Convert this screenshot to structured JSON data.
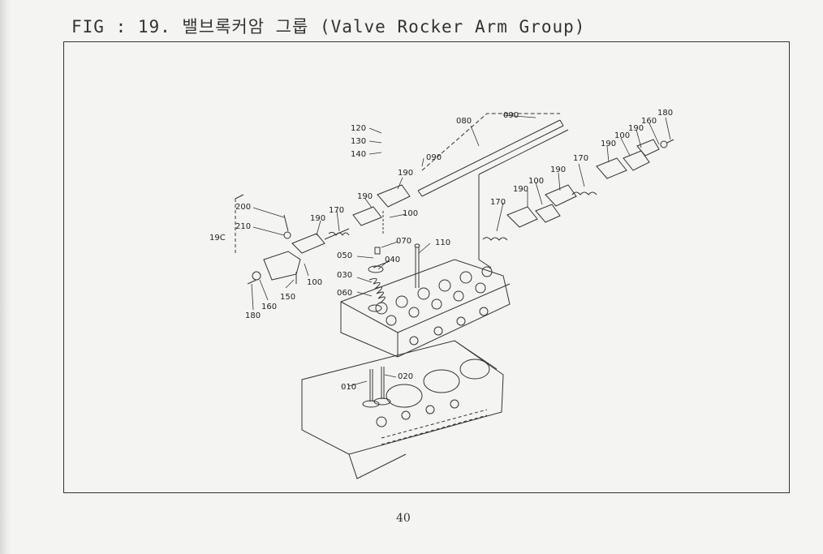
{
  "figure": {
    "title": "FIG : 19. 밸브록커암 그룹 (Valve Rocker Arm Group)"
  },
  "callouts": {
    "p120": "120",
    "p130": "130",
    "p140": "140",
    "p080": "080",
    "p090a": "090",
    "p090b": "090",
    "p200": "200",
    "p210": "210",
    "p19c": "19C",
    "p170a": "170",
    "p190a": "190",
    "p190b": "190",
    "p190c": "190",
    "p100a": "100",
    "p100b": "100",
    "p070": "070",
    "p050": "050",
    "p040": "040",
    "p110": "110",
    "p030": "030",
    "p060": "060",
    "p150": "150",
    "p160a": "160",
    "p180a": "180",
    "p170b": "170",
    "p170c": "170",
    "p190d": "190",
    "p190e": "190",
    "p190f": "190",
    "p190g": "190",
    "p100c": "100",
    "p100d": "100",
    "p160b": "160",
    "p180b": "180",
    "p010": "010",
    "p020": "020"
  },
  "page": {
    "number": "40"
  }
}
